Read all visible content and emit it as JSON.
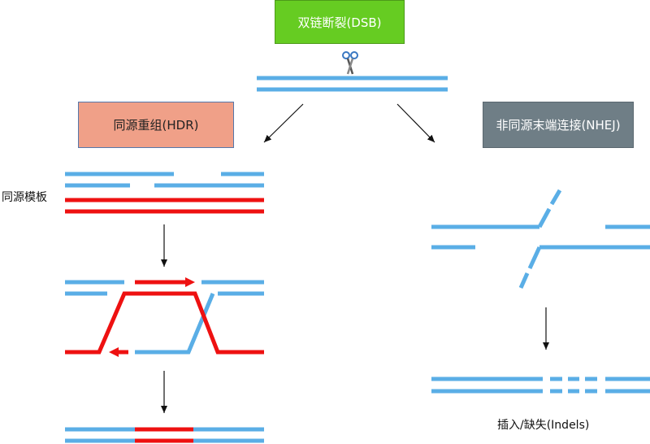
{
  "boxes": {
    "dsb": "双链断裂(DSB)",
    "hdr": "同源重组(HDR)",
    "nhej": "非同源末端连接(NHEJ)"
  },
  "labels": {
    "template": "同源模板",
    "indels": "插入/缺失(Indels)"
  },
  "icons": {
    "scissors": "scissors-icon"
  },
  "colors": {
    "dna_blue": "#5aaee6",
    "template_red": "#ee1111",
    "dsb_green": "#66cc22",
    "hdr_salmon": "#f0a088",
    "nhej_gray": "#6f7e86"
  }
}
